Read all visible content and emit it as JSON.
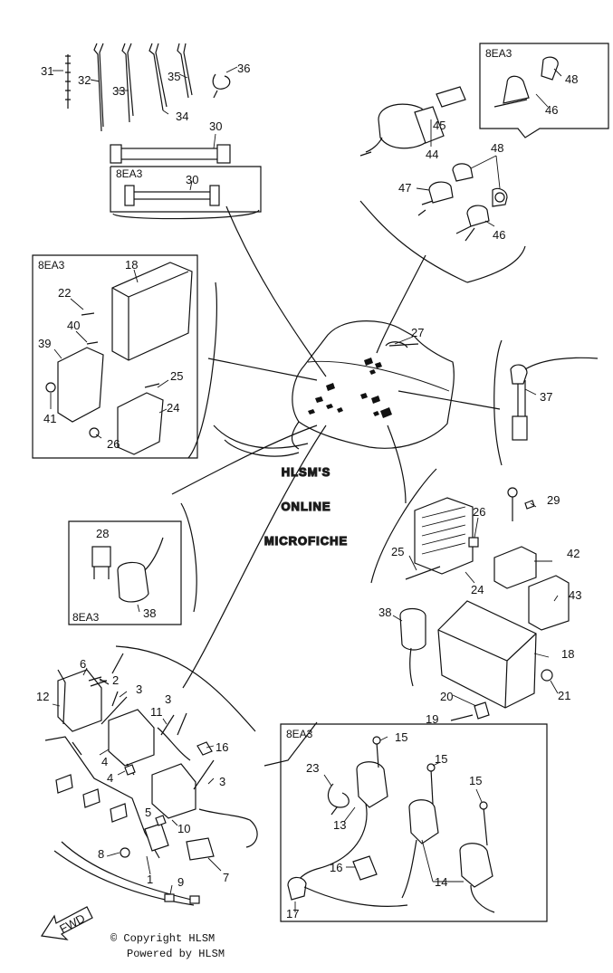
{
  "variant_label": "8EA3",
  "watermark": {
    "line1": "HLSM'S",
    "line2": "ONLINE",
    "line3": "MICROFICHE"
  },
  "fwd_label": "FWD",
  "footer": {
    "copyright": "© Copyright HLSM",
    "powered": "Powered by HLSM"
  },
  "callouts": {
    "c1": "1",
    "c2": "2",
    "c3a": "3",
    "c3b": "3",
    "c3c": "3",
    "c4a": "4",
    "c4b": "4",
    "c5": "5",
    "c6": "6",
    "c7": "7",
    "c8": "8",
    "c9": "9",
    "c10": "10",
    "c11": "11",
    "c12": "12",
    "c13": "13",
    "c14": "14",
    "c15a": "15",
    "c15b": "15",
    "c15c": "15",
    "c16a": "16",
    "c16b": "16",
    "c17": "17",
    "c18a": "18",
    "c18b": "18",
    "c19": "19",
    "c20": "20",
    "c21": "21",
    "c22": "22",
    "c23": "23",
    "c24a": "24",
    "c24b": "24",
    "c25a": "25",
    "c25b": "25",
    "c26a": "26",
    "c26b": "26",
    "c27": "27",
    "c28": "28",
    "c29": "29",
    "c30a": "30",
    "c30b": "30",
    "c31": "31",
    "c32": "32",
    "c33": "33",
    "c34": "34",
    "c35": "35",
    "c36": "36",
    "c37": "37",
    "c38a": "38",
    "c38b": "38",
    "c39": "39",
    "c40": "40",
    "c41": "41",
    "c42": "42",
    "c43": "43",
    "c44": "44",
    "c45": "45",
    "c46a": "46",
    "c46b": "46",
    "c47": "47",
    "c48a": "48",
    "c48b": "48"
  }
}
